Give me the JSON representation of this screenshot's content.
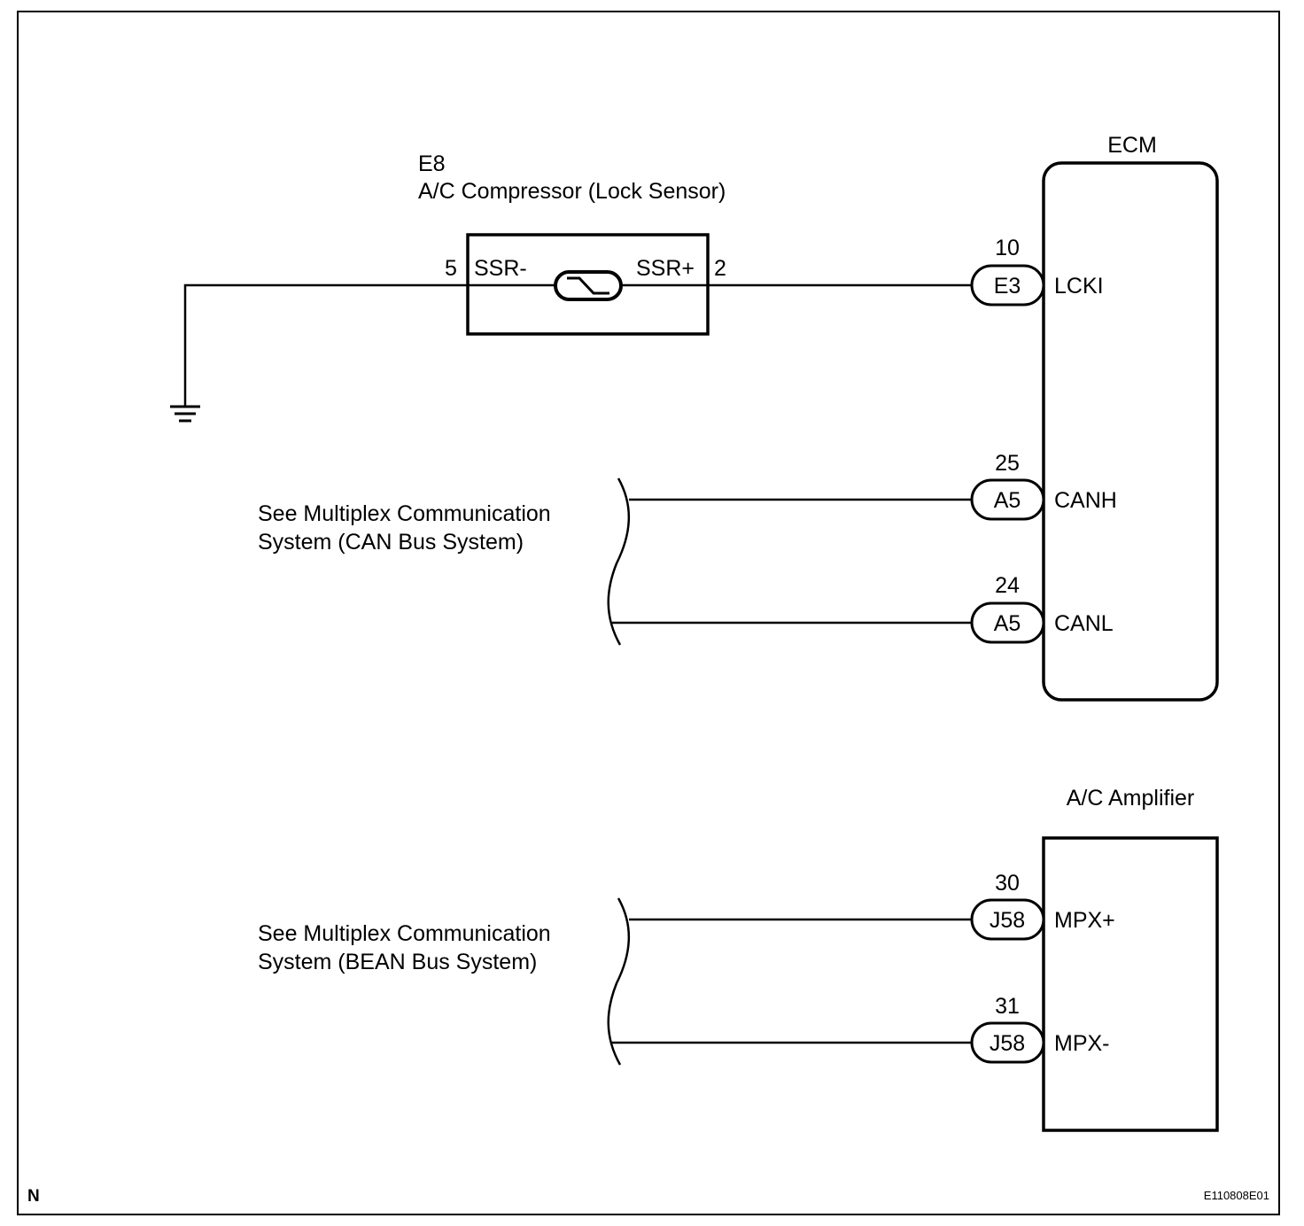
{
  "compressor": {
    "ref": "E8",
    "name": "A/C Compressor (Lock Sensor)",
    "pin_left_num": "5",
    "pin_left_name": "SSR-",
    "pin_right_num": "2",
    "pin_right_name": "SSR+"
  },
  "ecm": {
    "title": "ECM",
    "pins": [
      {
        "number": "10",
        "connector": "E3",
        "signal": "LCKI"
      },
      {
        "number": "25",
        "connector": "A5",
        "signal": "CANH"
      },
      {
        "number": "24",
        "connector": "A5",
        "signal": "CANL"
      }
    ]
  },
  "amplifier": {
    "title": "A/C Amplifier",
    "pins": [
      {
        "number": "30",
        "connector": "J58",
        "signal": "MPX+"
      },
      {
        "number": "31",
        "connector": "J58",
        "signal": "MPX-"
      }
    ]
  },
  "notes": {
    "can_line1": "See Multiplex Communication",
    "can_line2": "System (CAN Bus System)",
    "bean_line1": "See Multiplex Communication",
    "bean_line2": "System (BEAN Bus System)"
  },
  "footer": {
    "corner_mark": "N",
    "figure_id": "E110808E01"
  }
}
